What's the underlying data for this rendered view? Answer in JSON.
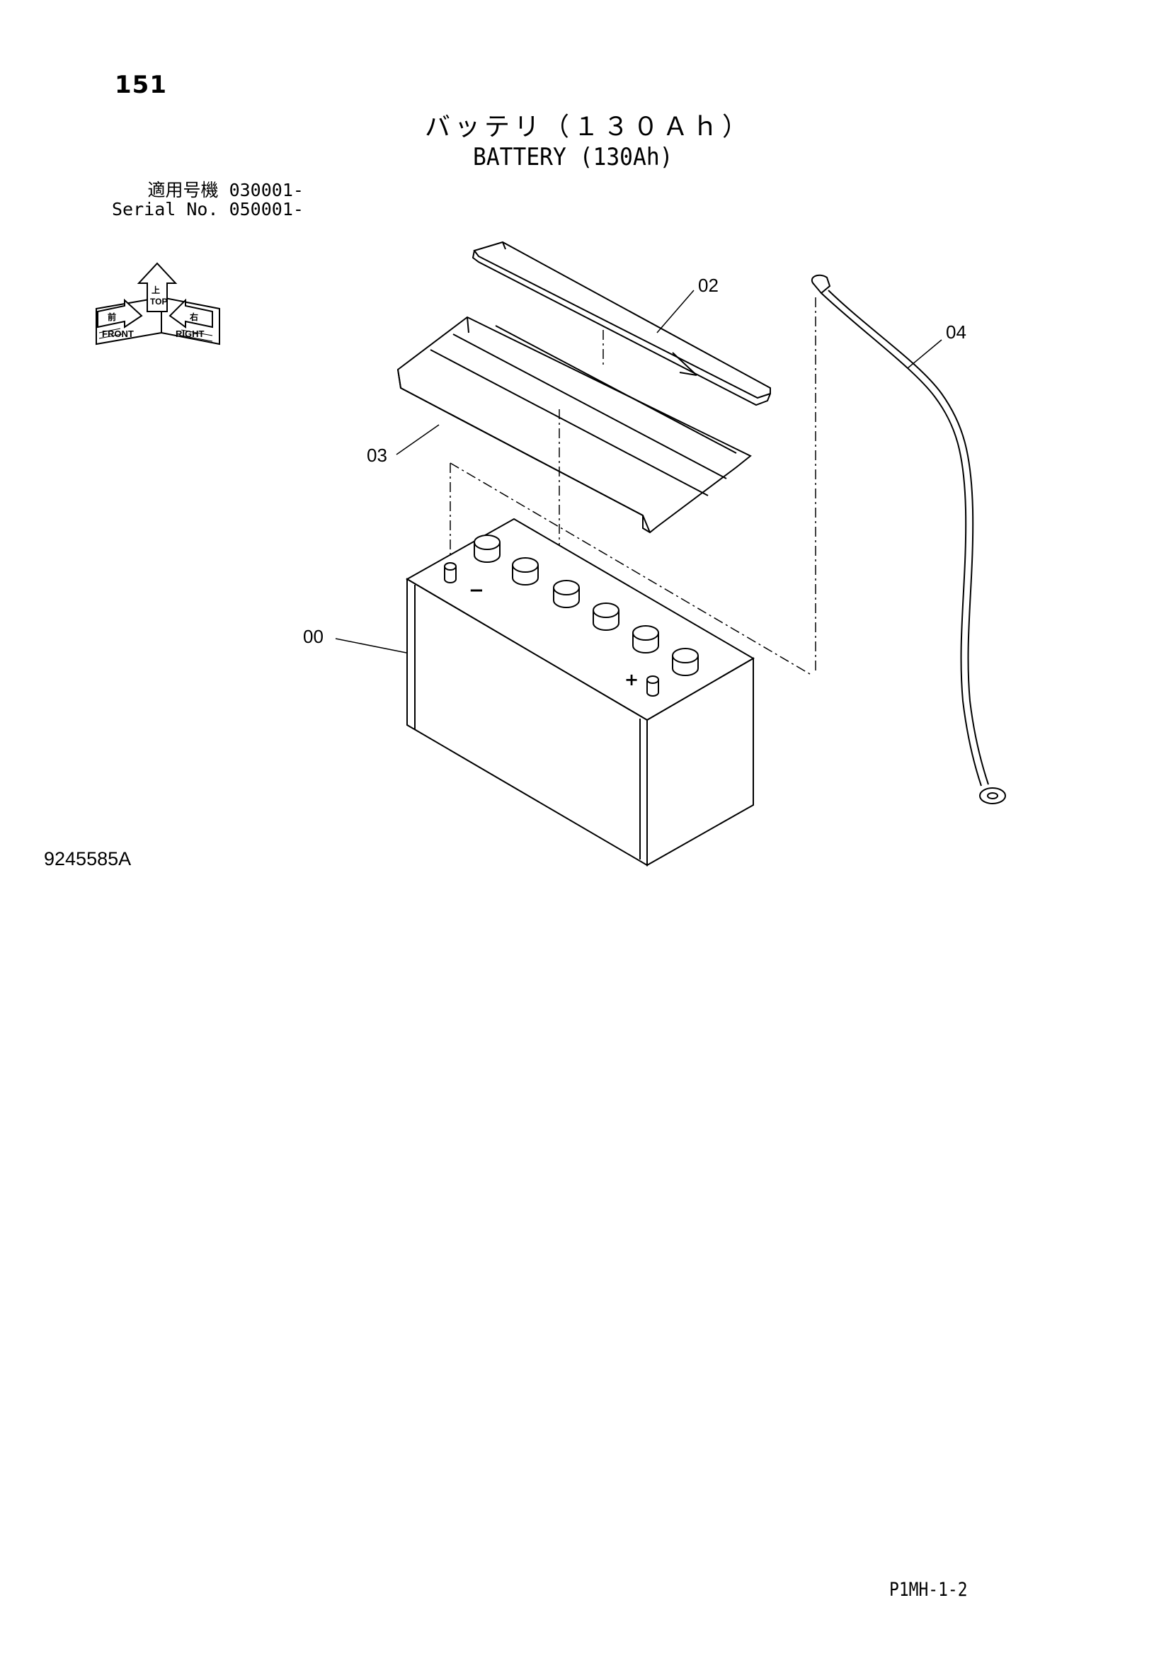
{
  "page": {
    "number": "151",
    "title_jp": "バッテリ（１３０Ａｈ）",
    "title_en": "BATTERY (130Ah)",
    "serial": {
      "jp_label": "適用号機",
      "jp_value": "030001-",
      "en_label": "Serial No.",
      "en_value": "050001-"
    },
    "drawing_number": "9245585A",
    "page_code": "P1MH-1-2"
  },
  "orientation_icon": {
    "labels": [
      "FRONT",
      "RIGHT",
      "TOP",
      "前",
      "右",
      "上"
    ]
  },
  "callouts": {
    "battery": "00",
    "bracket": "02",
    "cover": "03",
    "cable": "04"
  },
  "battery_marks": {
    "negative": "−",
    "positive": "+"
  }
}
